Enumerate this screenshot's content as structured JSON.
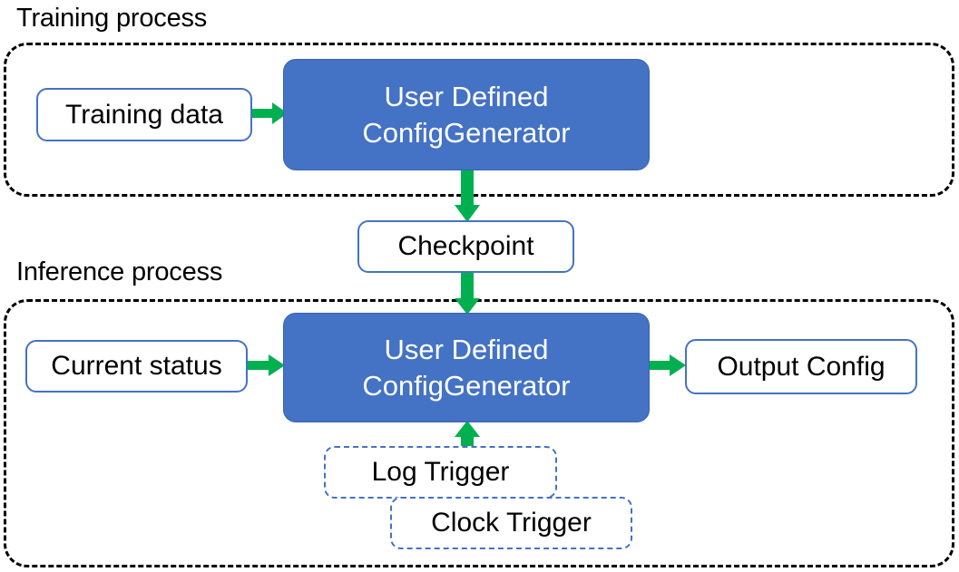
{
  "diagram": {
    "title_training": "Training process",
    "title_inference": "Inference process",
    "palette": {
      "process_fill": "#4472C4",
      "node_border": "#4472C4",
      "arrow_green": "#00B050",
      "group_border": "#000000",
      "text_dark": "#000000",
      "text_light": "#FFFFFF",
      "background": "#FFFFFF"
    }
  },
  "training_process": {
    "label": "Training process",
    "nodes": {
      "training_data": "Training data",
      "generator_line1": "User Defined",
      "generator_line2": "ConfigGenerator"
    }
  },
  "bridge": {
    "checkpoint": "Checkpoint"
  },
  "inference_process": {
    "label": "Inference process",
    "nodes": {
      "current_status": "Current status",
      "generator_line1": "User Defined",
      "generator_line2": "ConfigGenerator",
      "output_config": "Output Config",
      "log_trigger": "Log Trigger",
      "clock_trigger": "Clock Trigger"
    }
  },
  "connections": [
    {
      "from": "Training data",
      "to": "User Defined ConfigGenerator",
      "direction": "right"
    },
    {
      "from": "User Defined ConfigGenerator",
      "to": "Checkpoint",
      "direction": "down"
    },
    {
      "from": "Checkpoint",
      "to": "User Defined ConfigGenerator",
      "direction": "down"
    },
    {
      "from": "Current status",
      "to": "User Defined ConfigGenerator",
      "direction": "right"
    },
    {
      "from": "User Defined ConfigGenerator",
      "to": "Output Config",
      "direction": "right"
    },
    {
      "from": "Log Trigger",
      "to": "User Defined ConfigGenerator",
      "direction": "up"
    }
  ]
}
